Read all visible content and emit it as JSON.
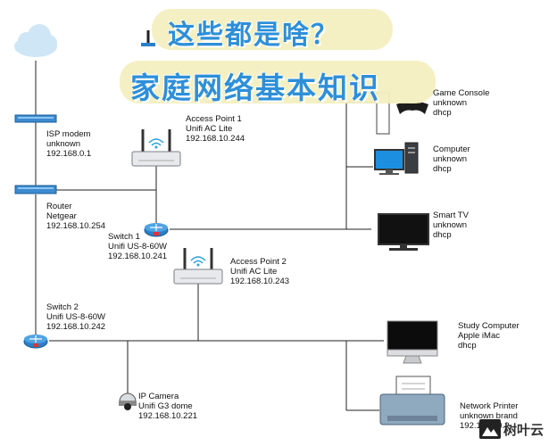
{
  "banner": {
    "line1": "这些都是啥？",
    "line2": "家庭网络基本知识"
  },
  "devices": {
    "isp_modem": {
      "lines": [
        "ISP modem",
        "unknown",
        "192.168.0.1"
      ]
    },
    "router": {
      "lines": [
        "Router",
        "Netgear",
        "192.168.10.254"
      ]
    },
    "switch1": {
      "lines": [
        "Switch 1",
        "Unifi US-8-60W",
        "192.168.10.241"
      ]
    },
    "switch2": {
      "lines": [
        "Switch 2",
        "Unifi US-8-60W",
        "192.168.10.242"
      ]
    },
    "ap1": {
      "lines": [
        "Access Point 1",
        "Unifi AC Lite",
        "192.168.10.244"
      ]
    },
    "ap2": {
      "lines": [
        "Access Point 2",
        "Unifi AC Lite",
        "192.168.10.243"
      ]
    },
    "ip_camera": {
      "lines": [
        "IP Camera",
        "Unifi G3 dome",
        "192.168.10.221"
      ]
    },
    "game_console": {
      "lines": [
        "Game Console",
        "unknown",
        "dhcp"
      ]
    },
    "computer": {
      "lines": [
        "Computer",
        "unknown",
        "dhcp"
      ]
    },
    "smart_tv": {
      "lines": [
        "Smart TV",
        "unknown",
        "dhcp"
      ]
    },
    "study_computer": {
      "lines": [
        "Study Computer",
        "Apple iMac",
        "dhcp"
      ]
    },
    "network_printer": {
      "lines": [
        "Network Printer",
        "unknown brand",
        "192.168.10.?"
      ]
    }
  },
  "watermark": {
    "text": "树叶云"
  },
  "colors": {
    "banner_text": "#2e8fd8",
    "banner_bg": "#f3efc0",
    "line": "#222222",
    "device_blue": "#2a7fc9"
  }
}
